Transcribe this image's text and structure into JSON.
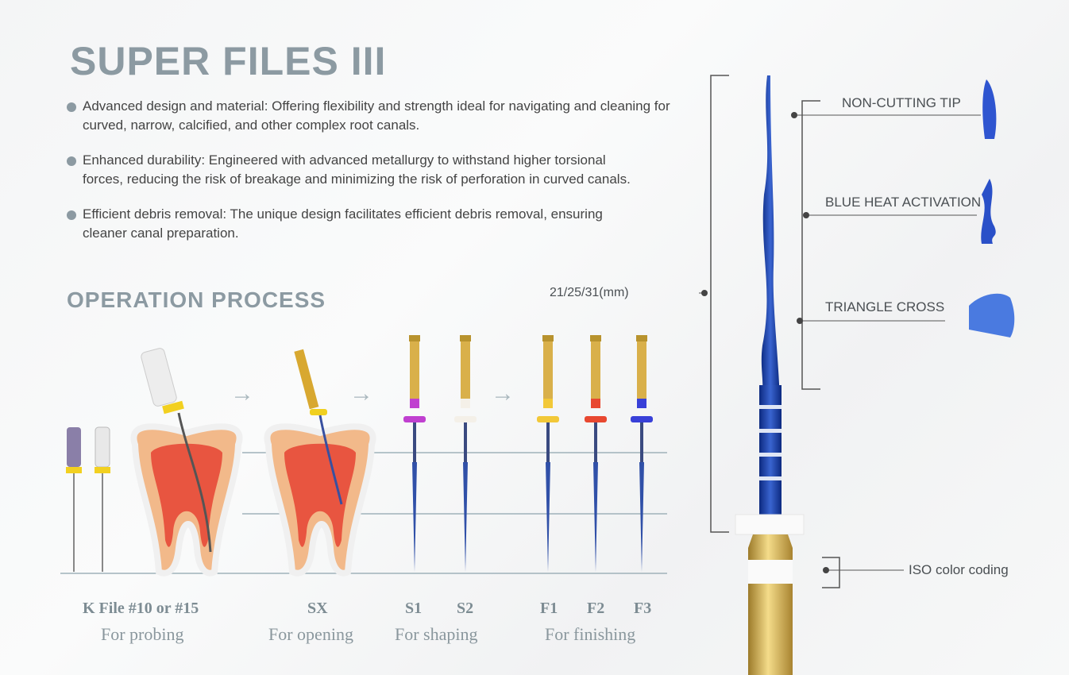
{
  "title": "SUPER FILES III",
  "bullets": [
    "Advanced design and material: Offering flexibility and strength ideal for navigating and cleaning for curved, narrow, calcified, and other complex root canals.",
    "Enhanced durability: Engineered with advanced metallurgy to withstand higher torsional forces, reducing the risk of breakage and minimizing the risk of perforation in curved canals.",
    "Efficient debris removal: The unique design facilitates efficient debris removal, ensuring cleaner canal preparation."
  ],
  "operation_title": "OPERATION PROCESS",
  "stages": [
    {
      "name": "K File #10 or #15",
      "sub": "For probing"
    },
    {
      "name": "SX",
      "sub": "For opening"
    },
    {
      "name": "S1",
      "sub": ""
    },
    {
      "name": "S2",
      "sub": ""
    },
    {
      "name": "F1",
      "sub": ""
    },
    {
      "name": "F2",
      "sub": ""
    },
    {
      "name": "F3",
      "sub": ""
    }
  ],
  "stage_subs": {
    "shaping": "For shaping",
    "finishing": "For finishing"
  },
  "file_colors": {
    "S1": "#c040d0",
    "S2": "#f4f0e8",
    "F1": "#f2c838",
    "F2": "#e84830",
    "F3": "#3840d8",
    "SX": "#f0d020"
  },
  "callouts": {
    "tip": "NON-CUTTING TIP",
    "heat": "BLUE HEAT ACTIVATION",
    "cross": "TRIANGLE CROSS",
    "length": "21/25/31(mm)",
    "iso": "ISO color coding"
  }
}
